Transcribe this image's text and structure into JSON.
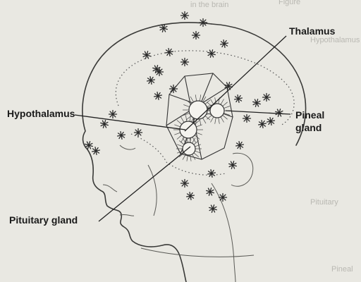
{
  "labels": {
    "thalamus": "Thalamus",
    "hypothalamus": "Hypothalamus",
    "pineal_line1": "Pineal",
    "pineal_line2": "gland",
    "pituitary": "Pituitary gland"
  },
  "bleed_text": [
    "Hypothalamus",
    "Figure",
    "in the brain",
    "Pineal",
    "Pituitary"
  ],
  "colors": {
    "paper": "#e9e8e2",
    "ink": "#2a2a2a",
    "bleed": "#b9b8b2"
  }
}
